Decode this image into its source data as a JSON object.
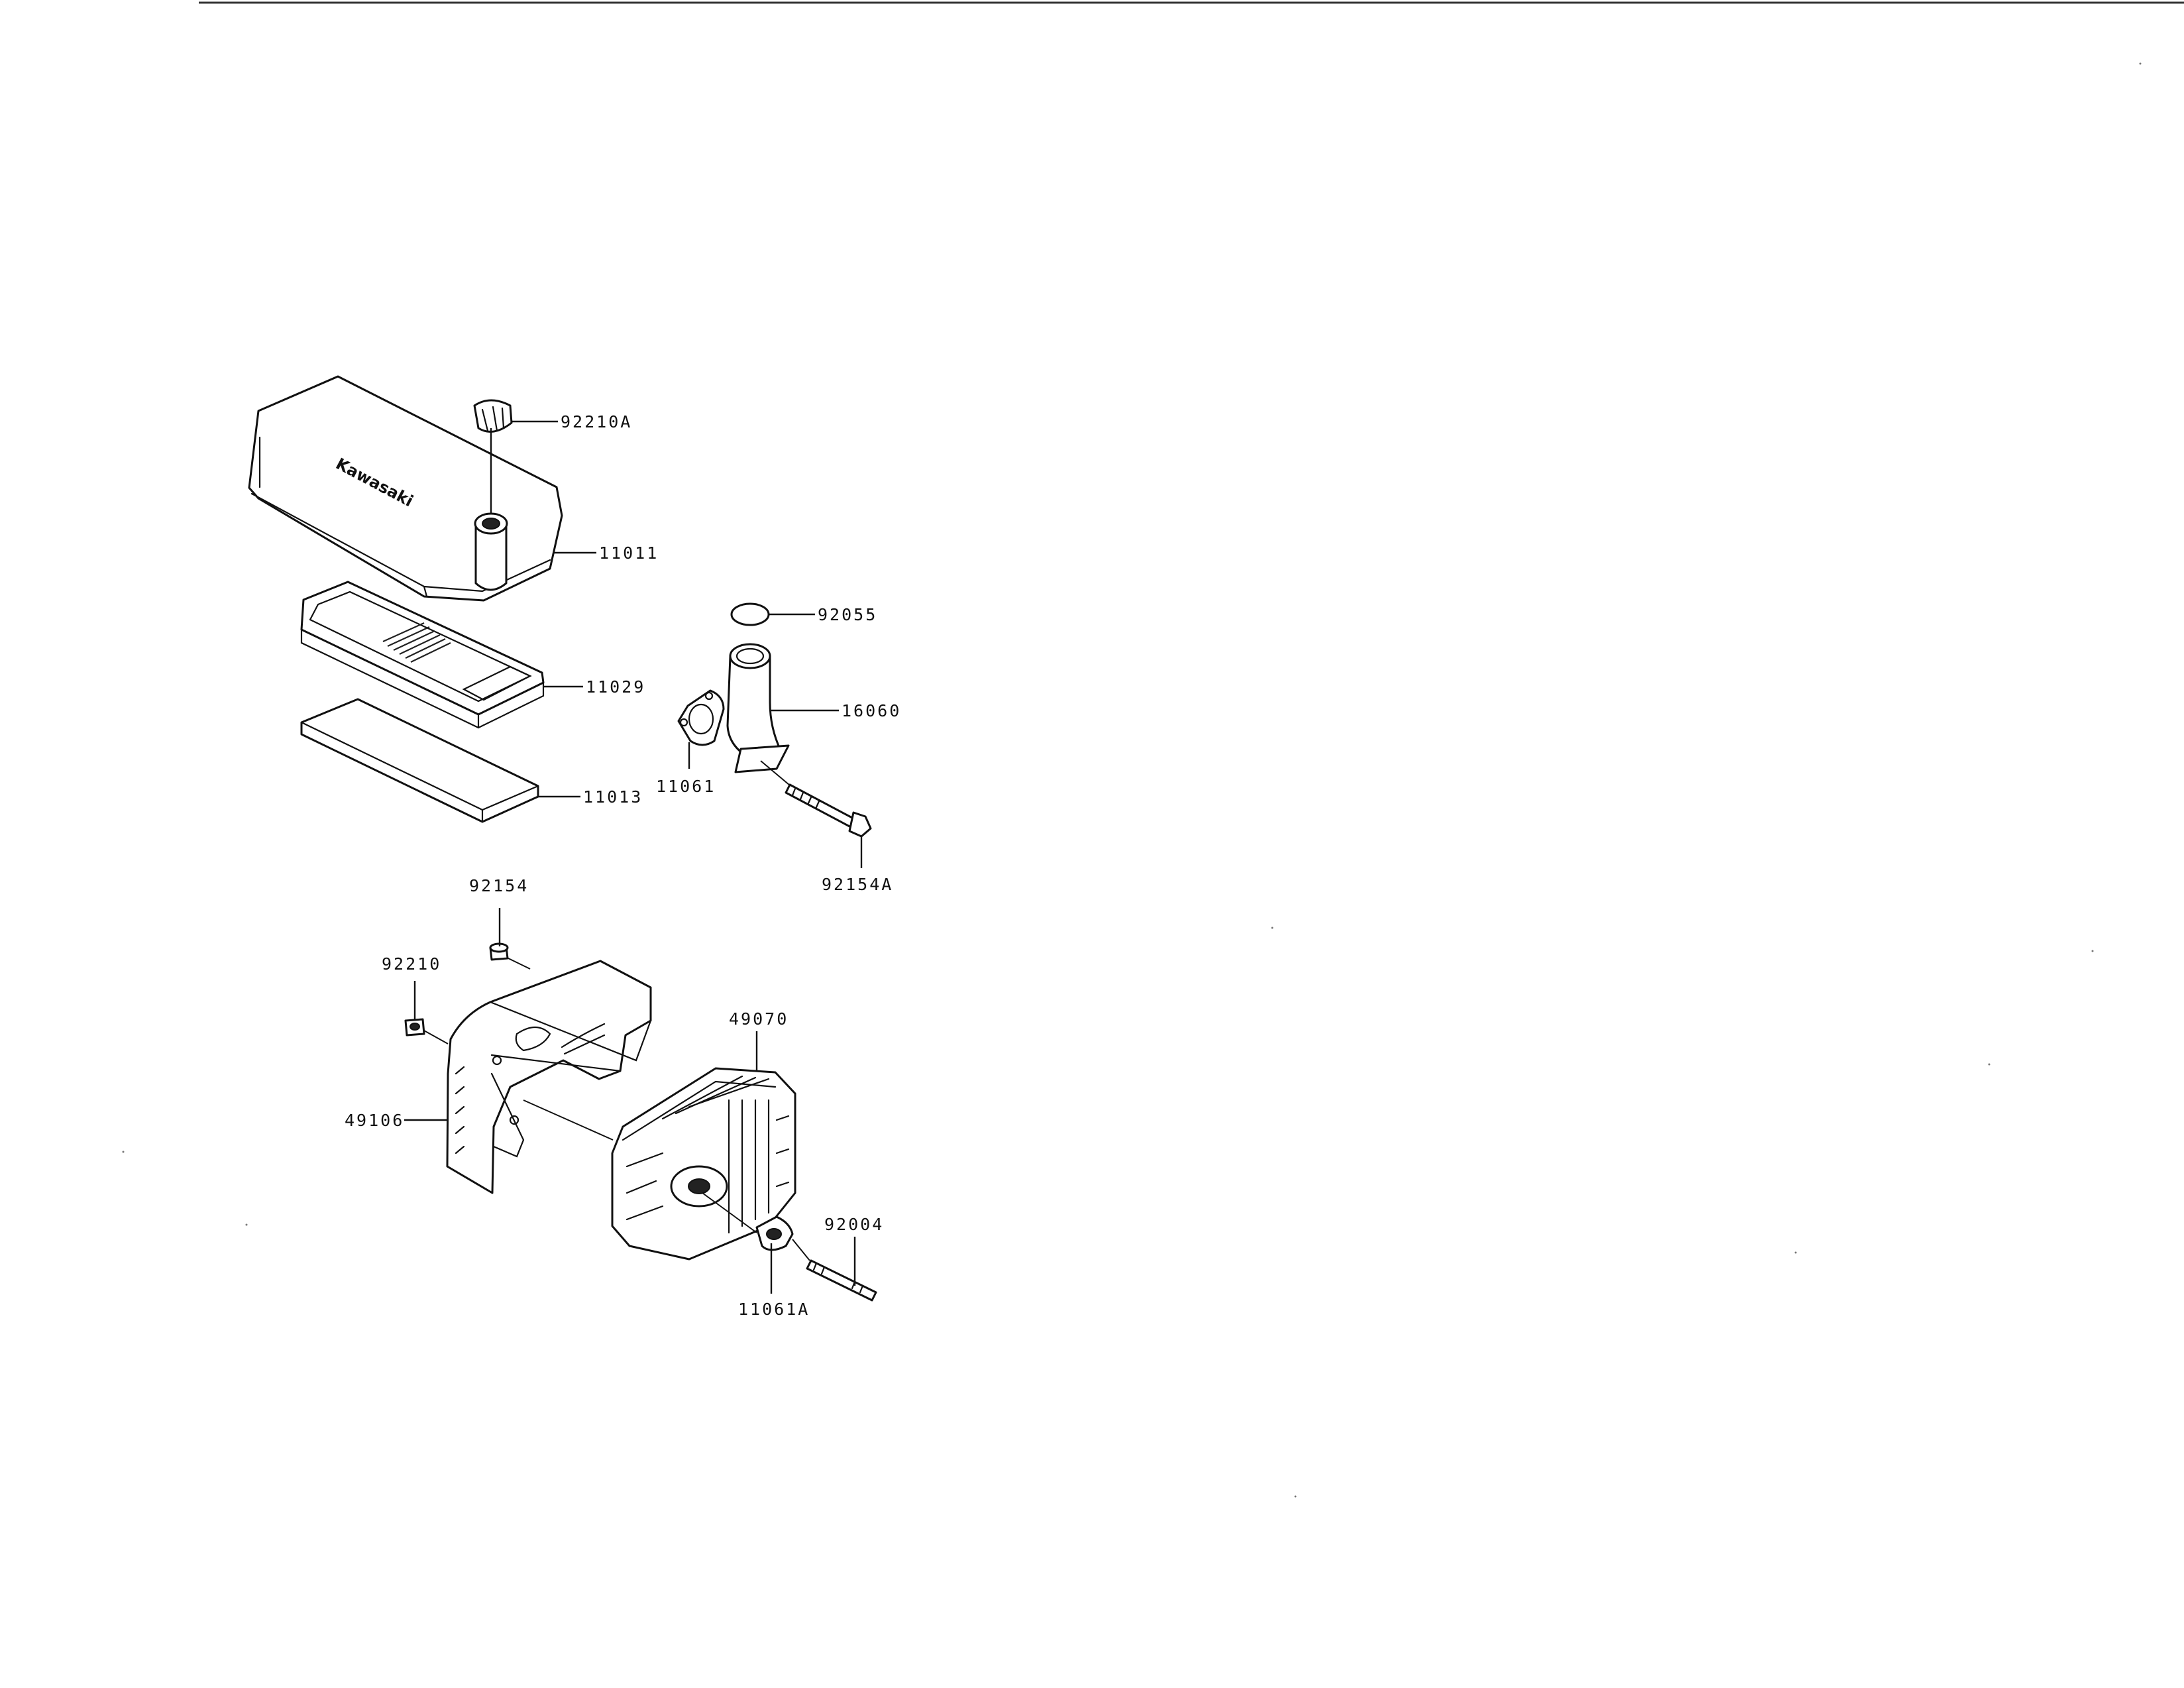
{
  "brand": {
    "logo_text": "Kawasaki"
  },
  "parts": [
    {
      "id": "p92210A",
      "number": "92210A"
    },
    {
      "id": "p11011",
      "number": "11011"
    },
    {
      "id": "p92055",
      "number": "92055"
    },
    {
      "id": "p11029",
      "number": "11029"
    },
    {
      "id": "p16060",
      "number": "16060"
    },
    {
      "id": "p11061",
      "number": "11061"
    },
    {
      "id": "p11013",
      "number": "11013"
    },
    {
      "id": "p92154A",
      "number": "92154A"
    },
    {
      "id": "p92154",
      "number": "92154"
    },
    {
      "id": "p92210",
      "number": "92210"
    },
    {
      "id": "p49070",
      "number": "49070"
    },
    {
      "id": "p49106",
      "number": "49106"
    },
    {
      "id": "p92004",
      "number": "92004"
    },
    {
      "id": "p11061A",
      "number": "11061A"
    }
  ]
}
